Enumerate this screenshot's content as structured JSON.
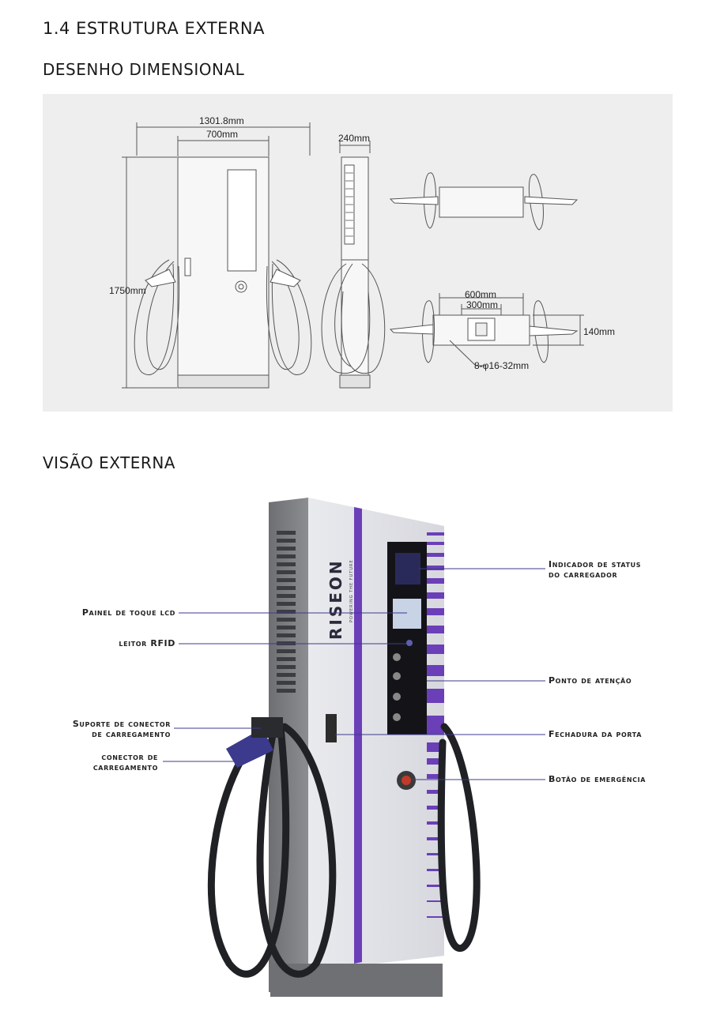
{
  "section_title": "1.4 ESTRUTURA EXTERNA",
  "dimensional": {
    "title": "DESENHO DIMENSIONAL",
    "dim_total_width": "1301.8mm",
    "dim_body_width": "700mm",
    "dim_depth": "240mm",
    "dim_height": "1750mm",
    "dim_base_600": "600mm",
    "dim_base_300": "300mm",
    "dim_base_140": "140mm",
    "dim_holes": "8-φ16-32mm"
  },
  "external": {
    "title": "VISÃO EXTERNA",
    "brand": "RISEON",
    "tagline": "POWERING THE FUTURE",
    "callouts": {
      "status_indicator": "Indicador de status\ndo carregador",
      "lcd_panel": "Painel de toque lcd",
      "rfid_reader": "leitor RFID",
      "attention_point": "Ponto de atenção",
      "connector_holder": "Suporte de conector\nde carregamento",
      "door_lock": "Fechadura da porta",
      "charging_connector": "conector de\ncarregamento",
      "emergency_button": "Botão de emergência"
    }
  },
  "colors": {
    "accent": "#6b3fb8",
    "line": "#3d3a8c"
  }
}
